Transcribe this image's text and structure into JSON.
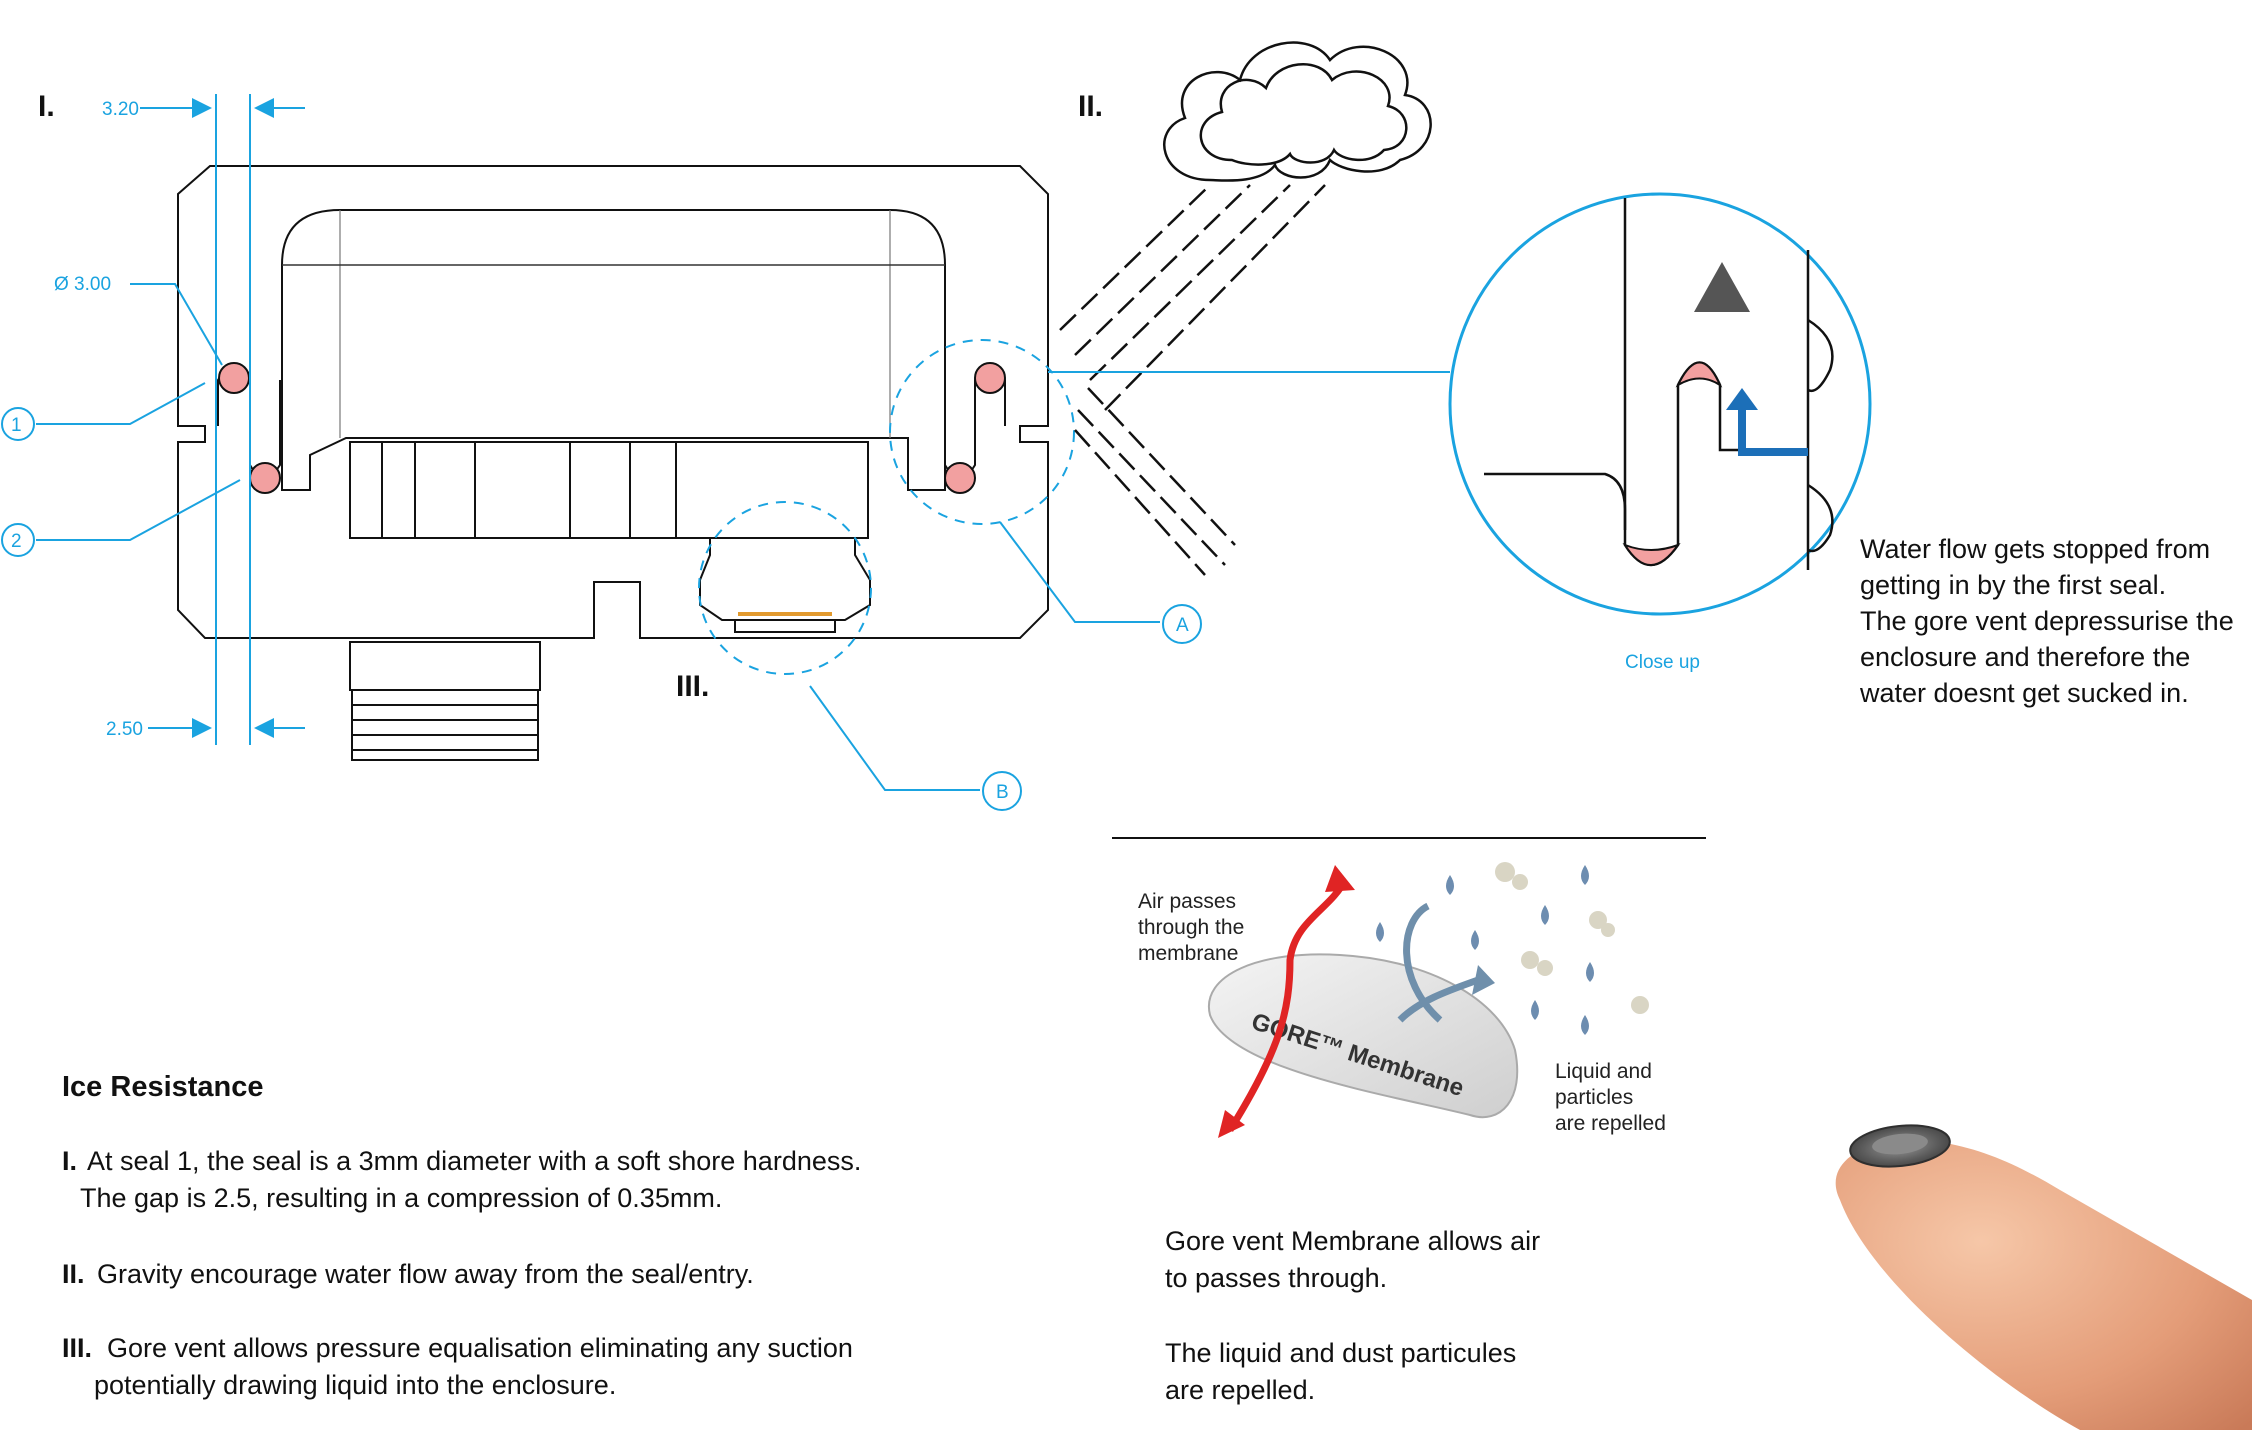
{
  "figure": {
    "section_labels": {
      "one": "I.",
      "two": "II.",
      "three": "III."
    },
    "dimensions": {
      "gap_top": "3.20",
      "diameter": "Ø  3.00",
      "gap_bottom": "2.50"
    },
    "callouts": {
      "seal_1": "1",
      "seal_2": "2",
      "detail_a": "A",
      "detail_b": "B"
    },
    "closeup": {
      "caption": "Close up",
      "description": [
        "Water flow gets stopped from",
        "getting in by the first seal.",
        "The gore vent depressurise the",
        "enclosure and therefore the",
        "water doesnt get sucked in."
      ]
    },
    "membrane": {
      "air_label": [
        "Air passes",
        "through the",
        "membrane"
      ],
      "membrane_label": "GORE™ Membrane",
      "repel_label": [
        "Liquid and",
        "particles",
        "are repelled"
      ],
      "description_1": [
        "Gore vent Membrane allows air",
        "to passes through."
      ],
      "description_2": [
        "The liquid and dust particules",
        "are repelled."
      ]
    },
    "notes": {
      "heading": "Ice Resistance",
      "items": [
        {
          "num": "I.",
          "lines": [
            "At seal 1, the seal is a 3mm diameter with a soft shore hardness.",
            "The gap is 2.5, resulting in a compression of 0.35mm."
          ]
        },
        {
          "num": "II.",
          "lines": [
            "Gravity encourage water flow away from the seal/entry."
          ]
        },
        {
          "num": "III.",
          "lines": [
            "Gore vent allows pressure  equalisation eliminating any suction",
            "potentially drawing liquid into the enclosure."
          ]
        }
      ]
    },
    "colors": {
      "accent": "#1aa3e0",
      "seal": "#f2a0a0",
      "arrow_blue": "#1c6fb8",
      "arrow_red": "#e02424",
      "arrow_grey": "#6f8fab"
    }
  }
}
